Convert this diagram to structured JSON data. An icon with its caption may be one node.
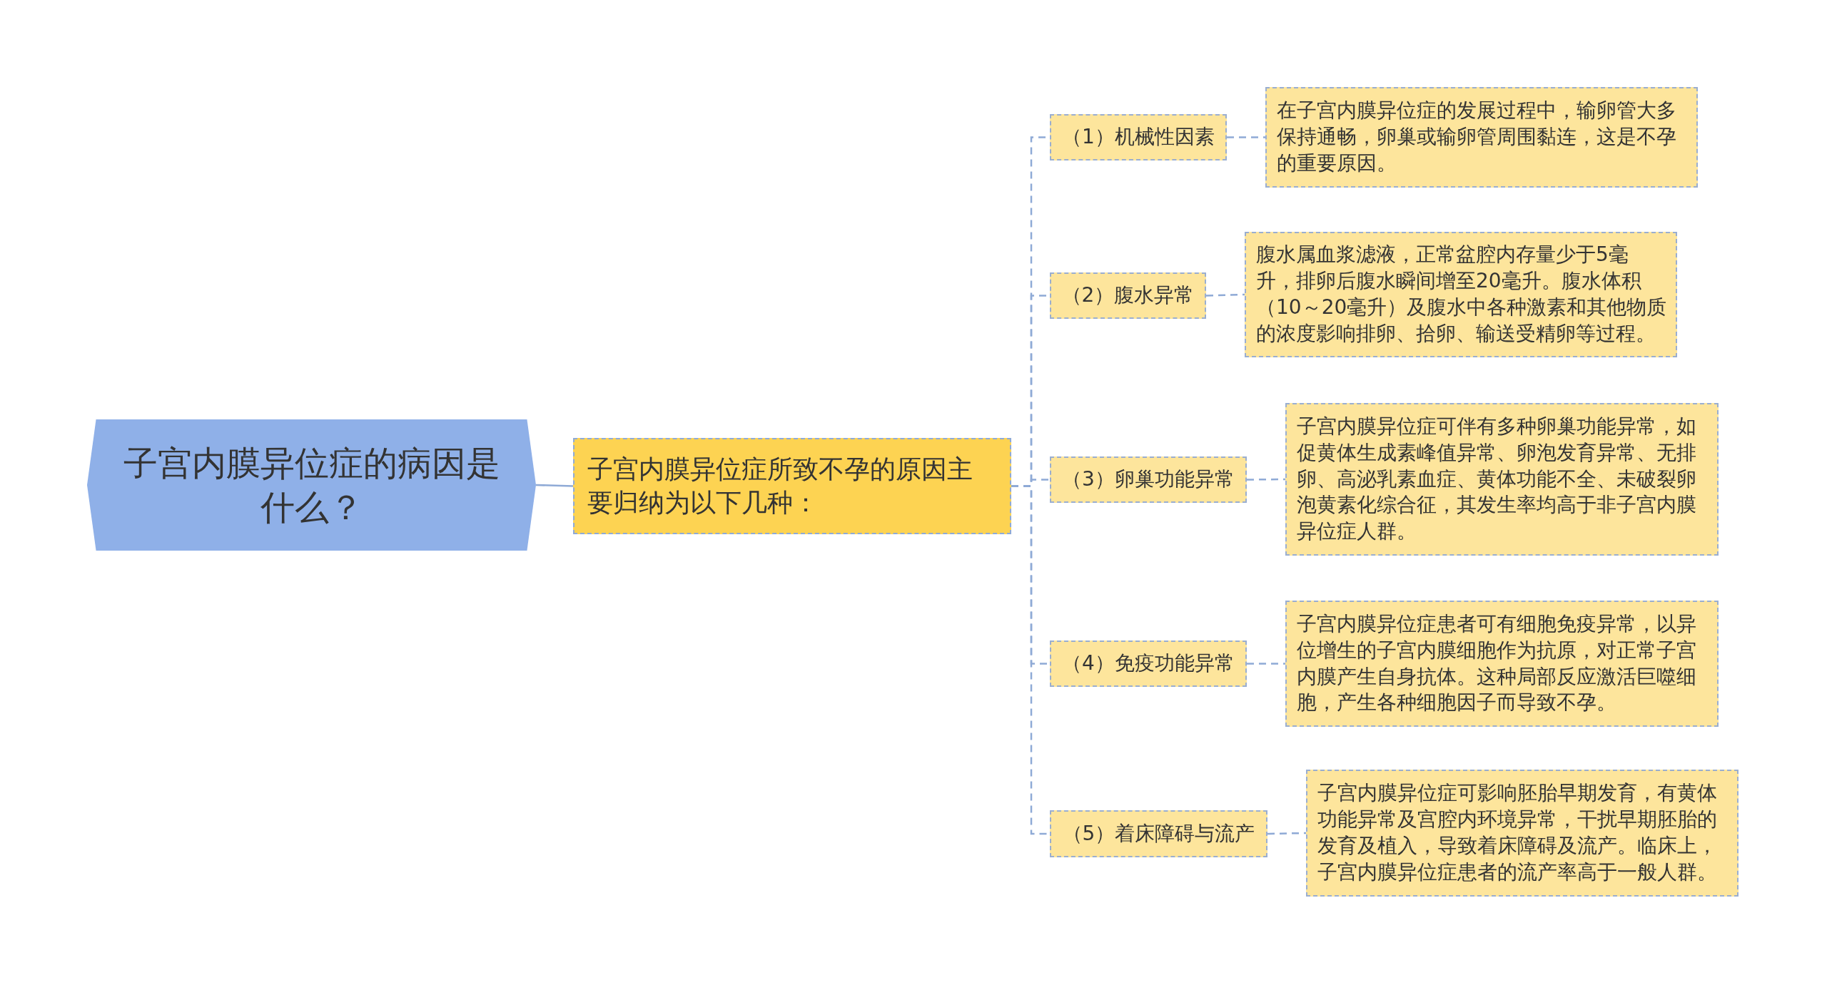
{
  "diagram": {
    "nodes": [
      {
        "text": [
          "子宫内膜异位症的病因是什么？"
        ]
      },
      {
        "text": [
          "子宫内膜异位症所致不孕的原因主要归纳为以下几种："
        ]
      },
      {
        "text": [
          "（1）机械性因素"
        ]
      },
      {
        "text": [
          "（2）腹水异常"
        ]
      },
      {
        "text": [
          "（3）卵巢功能异常"
        ]
      },
      {
        "text": [
          "（4）免疫功能异常"
        ]
      },
      {
        "text": [
          "（5）着床障碍与流产"
        ]
      },
      {
        "text": [
          "在子宫内膜异位症的发展过程中，输卵管大多保持通畅，卵巢或输卵管周围黏连，这是不孕的重要原因。"
        ]
      },
      {
        "text": [
          "腹水属血浆滤液，正常盆腔内存量少于5毫升，排卵后腹水瞬间增至20毫升。腹水体积（10～20毫升）及腹水中各种激素和其他物质的浓度影响排卵、拾卵、输送受精卵等过程。"
        ]
      },
      {
        "text": [
          "子宫内膜异位症可伴有多种卵巢功能异常，如促黄体生成素峰值异常、卵泡发育异常、无排卵、高泌乳素血症、黄体功能不全、未破裂卵泡黄素化综合征，其发生率均高于非子宫内膜异位症人群。"
        ]
      },
      {
        "text": [
          "子宫内膜异位症患者可有细胞免疫异常，以异位增生的子宫内膜细胞作为抗原，对正常子宫内膜产生自身抗体。这种局部反应激活巨噬细胞，产生各种细胞因子而导致不孕。"
        ]
      },
      {
        "text": [
          "子宫内膜异位症可影响胚胎早期发育，有黄体功能异常及宫腔内环境异常，干扰早期胚胎的发育及植入，导致着床障碍及流产。临床上，子宫内膜异位症患者的流产率高于一般人群。"
        ]
      }
    ],
    "edges": [
      {
        "from": 0,
        "to": 1,
        "arrow": "none"
      },
      {
        "from": 1,
        "to": 2,
        "arrow": "none",
        "style": "dashed"
      },
      {
        "from": 1,
        "to": 3,
        "arrow": "none",
        "style": "dashed"
      },
      {
        "from": 1,
        "to": 4,
        "arrow": "none",
        "style": "dashed"
      },
      {
        "from": 1,
        "to": 5,
        "arrow": "none",
        "style": "dashed"
      },
      {
        "from": 1,
        "to": 6,
        "arrow": "none",
        "style": "dashed"
      },
      {
        "from": 2,
        "to": 7,
        "arrow": "none",
        "style": "dashed"
      },
      {
        "from": 3,
        "to": 8,
        "arrow": "none",
        "style": "dashed"
      },
      {
        "from": 4,
        "to": 9,
        "arrow": "none",
        "style": "dashed"
      },
      {
        "from": 5,
        "to": 10,
        "arrow": "none",
        "style": "dashed"
      },
      {
        "from": 6,
        "to": 11,
        "arrow": "none",
        "style": "dashed"
      }
    ]
  }
}
